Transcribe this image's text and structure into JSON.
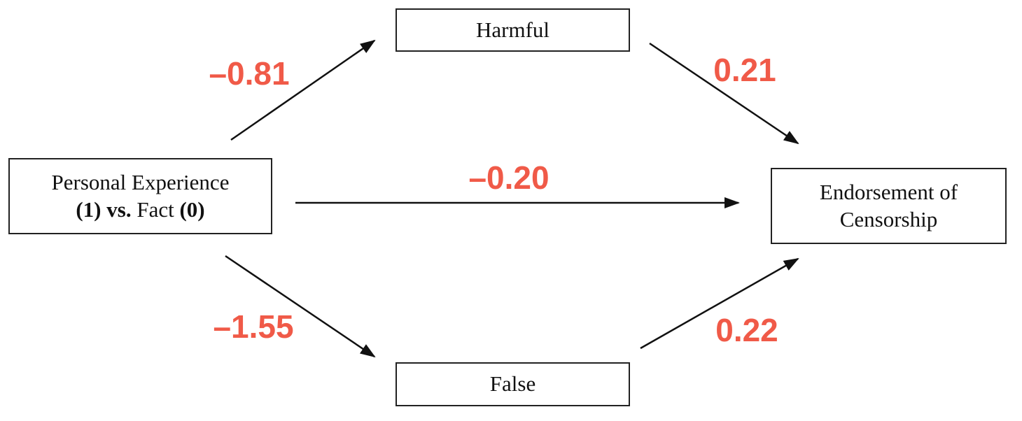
{
  "nodes": {
    "predictor": {
      "line1": "Personal Experience",
      "line2_a": "(1) vs.",
      "line2_b": "Fact",
      "line2_c": "(0)"
    },
    "mediator_top": "Harmful",
    "mediator_bottom": "False",
    "outcome": {
      "line1": "Endorsement of",
      "line2": "Censorship"
    }
  },
  "paths": {
    "predictor_to_harmful": "–0.81",
    "harmful_to_outcome": "0.21",
    "direct": "–0.20",
    "predictor_to_false": "–1.55",
    "false_to_outcome": "0.22"
  },
  "colors": {
    "coefficient": "#f05a48",
    "stroke": "#111111"
  }
}
